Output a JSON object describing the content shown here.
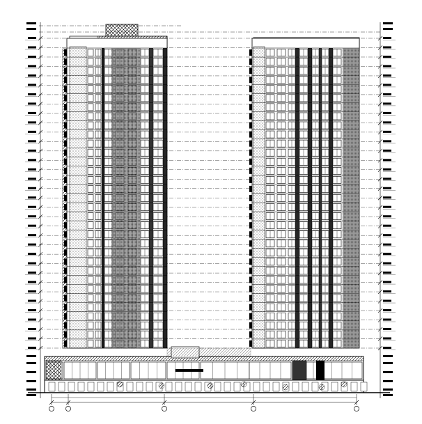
{
  "drawing": {
    "kind": "building elevation",
    "line_color": "#000000",
    "background": "#ffffff",
    "accent_gray": "#888888"
  },
  "towers": {
    "left": {
      "floors": 33,
      "window_columns": 6
    },
    "right": {
      "floors": 33,
      "window_columns": 6
    }
  },
  "podium": {
    "floors": 2,
    "sign_text": ""
  },
  "grid_axes": [
    {
      "label": ""
    },
    {
      "label": ""
    },
    {
      "label": ""
    },
    {
      "label": ""
    },
    {
      "label": ""
    }
  ]
}
